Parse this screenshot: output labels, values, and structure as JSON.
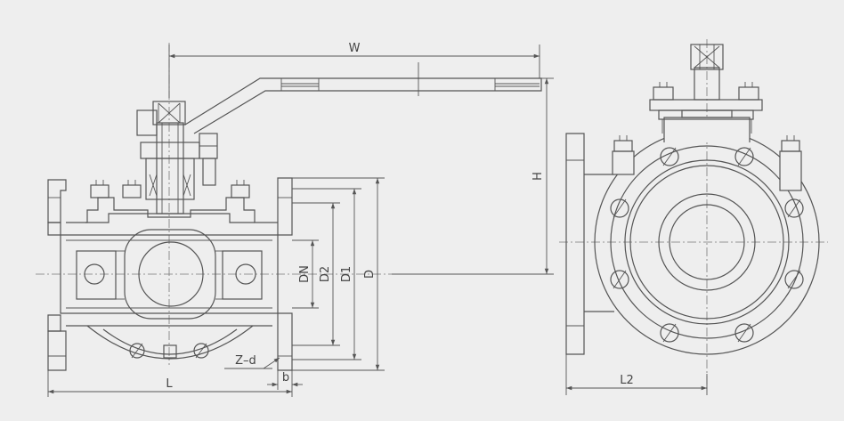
{
  "labels": {
    "W": "W",
    "H": "H",
    "DN": "DN",
    "D2": "D2",
    "D1": "D1",
    "D": "D",
    "L": "L",
    "L2": "L2",
    "Z_d": "Z–d",
    "b": "b"
  },
  "colors": {
    "background": "#eeeeee",
    "line": "#555555"
  }
}
